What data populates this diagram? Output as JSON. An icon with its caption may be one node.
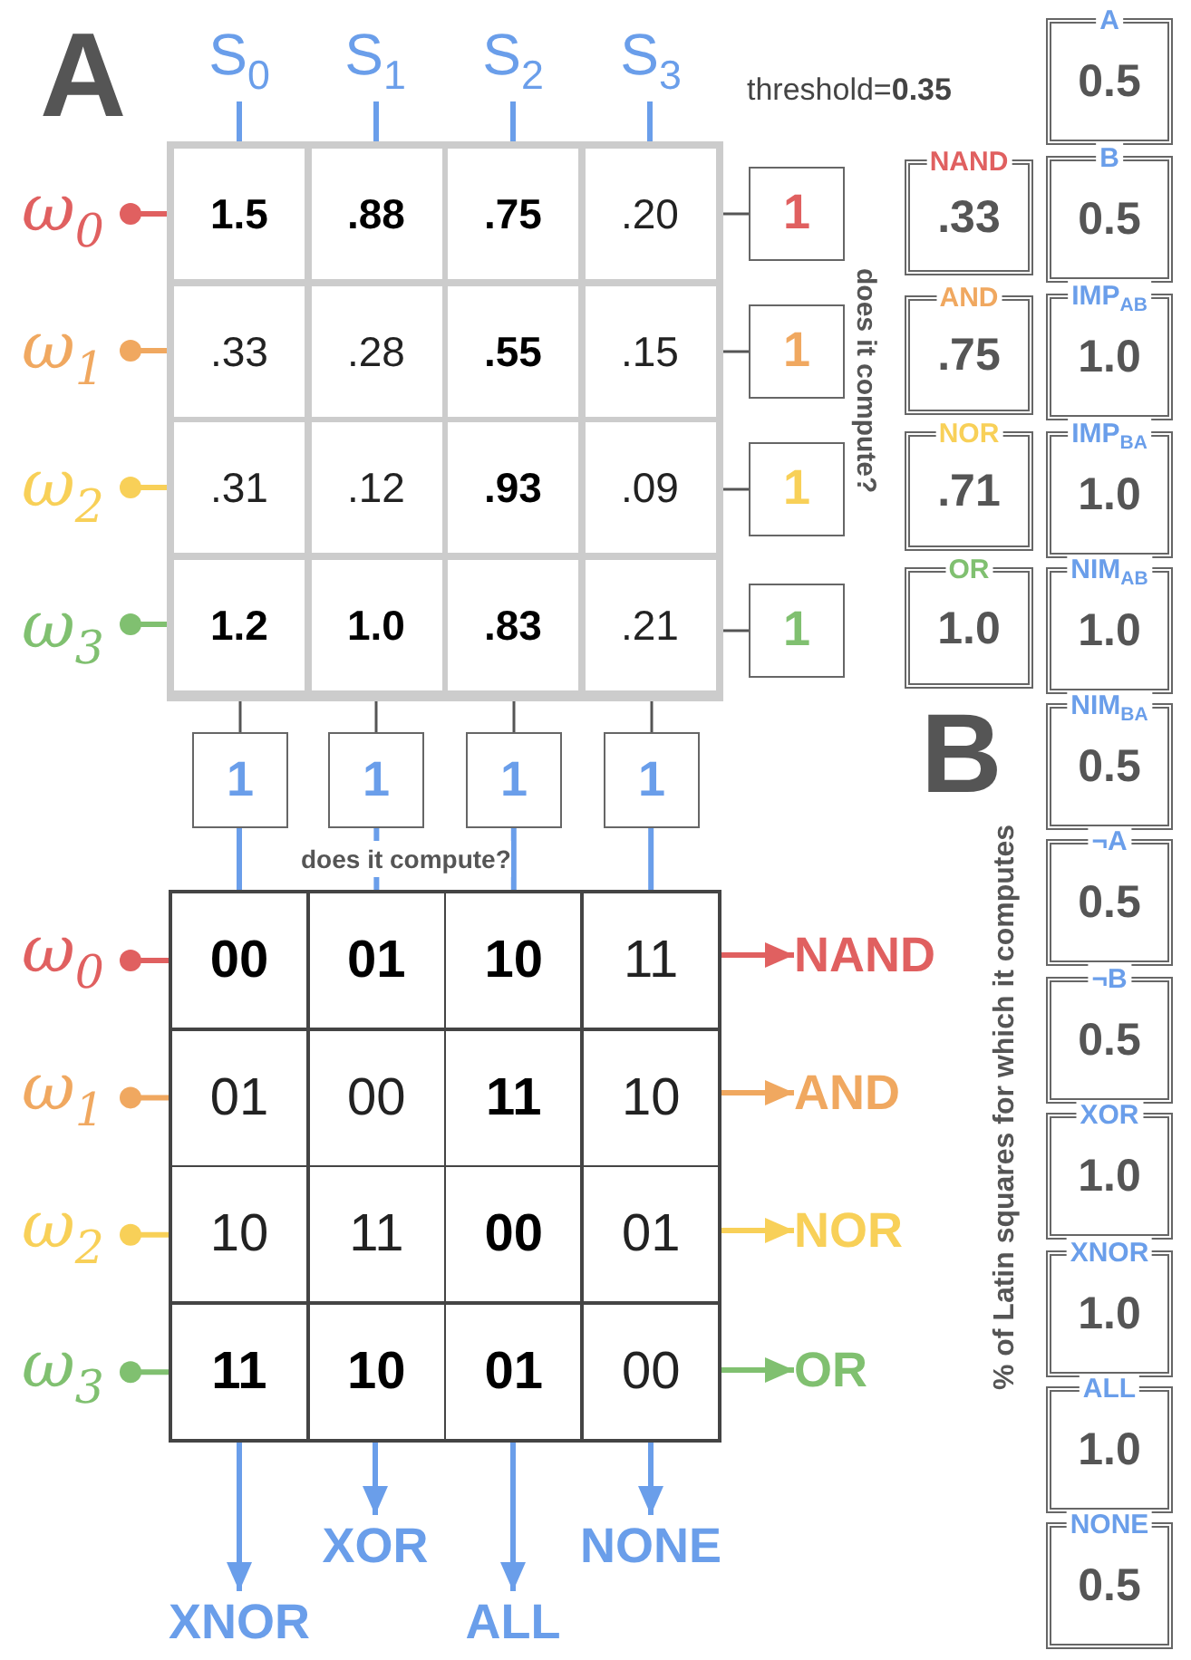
{
  "diagram": {
    "nodes": [
      {
        "text": [],
        "shape": "box"
      },
      {
        "text": [
          "1.5"
        ],
        "in": 0
      },
      {
        "text": [
          ".88"
        ],
        "in": 0
      },
      {
        "text": [
          ".75"
        ],
        "in": 0
      },
      {
        "text": [
          ".20"
        ],
        "in": 0
      },
      {
        "text": [
          ".33"
        ],
        "in": 0
      },
      {
        "text": [
          ".28"
        ],
        "in": 0
      },
      {
        "text": [
          ".55"
        ],
        "in": 0
      },
      {
        "text": [
          ".15"
        ],
        "in": 0
      },
      {
        "text": [
          ".31"
        ],
        "in": 0
      },
      {
        "text": [
          ".12"
        ],
        "in": 0
      },
      {
        "text": [
          ".93"
        ],
        "in": 0
      },
      {
        "text": [
          ".09"
        ],
        "in": 0
      },
      {
        "text": [
          "1.2"
        ],
        "in": 0
      },
      {
        "text": [
          "1.0"
        ],
        "in": 0
      },
      {
        "text": [
          ".83"
        ],
        "in": 0
      },
      {
        "text": [
          ".21"
        ],
        "in": 0
      },
      {
        "text": [
          "S$_{0}$"
        ]
      },
      {
        "text": [
          "S$_{1}$"
        ]
      },
      {
        "text": [
          "S$_{2}$"
        ]
      },
      {
        "text": [
          "S$_{3}$"
        ]
      },
      {
        "text": [
          "ω$_{0}$"
        ]
      },
      {
        "text": [
          "ω$_{1}$"
        ]
      },
      {
        "text": [
          "ω$_{2}$"
        ]
      },
      {
        "text": [
          "ω$_{3}$"
        ]
      },
      {
        "text": [
          "1"
        ]
      },
      {
        "text": [
          "1"
        ]
      },
      {
        "text": [
          "1"
        ]
      },
      {
        "text": [
          "1"
        ]
      },
      {
        "text": [
          "1"
        ]
      },
      {
        "text": [
          "1"
        ]
      },
      {
        "text": [
          "1"
        ]
      },
      {
        "text": [
          "1"
        ]
      },
      {
        "text": [],
        "shape": "box"
      },
      {
        "text": [
          "00"
        ],
        "in": 33
      },
      {
        "text": [
          "01"
        ],
        "in": 33
      },
      {
        "text": [
          "10"
        ],
        "in": 33
      },
      {
        "text": [
          "11"
        ],
        "in": 33
      },
      {
        "text": [
          "01"
        ],
        "in": 33
      },
      {
        "text": [
          "00"
        ],
        "in": 33
      },
      {
        "text": [
          "11"
        ],
        "in": 33
      },
      {
        "text": [
          "10"
        ],
        "in": 33
      },
      {
        "text": [
          "10"
        ],
        "in": 33
      },
      {
        "text": [
          "11"
        ],
        "in": 33
      },
      {
        "text": [
          "00"
        ],
        "in": 33
      },
      {
        "text": [
          "01"
        ],
        "in": 33
      },
      {
        "text": [
          "11"
        ],
        "in": 33
      },
      {
        "text": [
          "10"
        ],
        "in": 33
      },
      {
        "text": [
          "01"
        ],
        "in": 33
      },
      {
        "text": [
          "00"
        ],
        "in": 33
      },
      {
        "text": [
          "ω$_{0}$"
        ]
      },
      {
        "text": [
          "ω$_{1}$"
        ]
      },
      {
        "text": [
          "ω$_{2}$"
        ]
      },
      {
        "text": [
          "ω$_{3}$"
        ]
      },
      {
        "text": [
          "NAND"
        ]
      },
      {
        "text": [
          "AND"
        ]
      },
      {
        "text": [
          "NOR"
        ]
      },
      {
        "text": [
          "OR"
        ]
      },
      {
        "text": [
          "XNOR"
        ]
      },
      {
        "text": [
          "XOR"
        ]
      },
      {
        "text": [
          "ALL"
        ]
      },
      {
        "text": [
          "NONE"
        ]
      },
      {
        "text": [
          "NAND",
          ".33"
        ]
      },
      {
        "text": [
          "AND",
          ".75"
        ]
      },
      {
        "text": [
          "NOR",
          ".71"
        ]
      },
      {
        "text": [
          "OR",
          "1.0"
        ]
      },
      {
        "text": [
          "A",
          "0.5"
        ]
      },
      {
        "text": [
          "B",
          "0.5"
        ]
      },
      {
        "text": [
          "IMP$_{AB}$",
          "1.0"
        ]
      },
      {
        "text": [
          "IMP$_{BA}$",
          "1.0"
        ]
      },
      {
        "text": [
          "NIM$_{AB}$",
          "1.0"
        ]
      },
      {
        "text": [
          "NIM$_{BA}$",
          "0.5"
        ]
      },
      {
        "text": [
          "¬A",
          "0.5"
        ]
      },
      {
        "text": [
          "¬B",
          "0.5"
        ]
      },
      {
        "text": [
          "XOR",
          "1.0"
        ]
      },
      {
        "text": [
          "XNOR",
          "1.0"
        ]
      },
      {
        "text": [
          "ALL",
          "1.0"
        ]
      },
      {
        "text": [
          "NONE",
          "0.5"
        ]
      }
    ],
    "edges": [
      {
        "from": 17,
        "to": 1,
        "arrow": "none",
        "color": "#6a9eea"
      },
      {
        "from": 18,
        "to": 2,
        "arrow": "none",
        "color": "#6a9eea"
      },
      {
        "from": 19,
        "to": 3,
        "arrow": "none",
        "color": "#6a9eea"
      },
      {
        "from": 20,
        "to": 4,
        "arrow": "none",
        "color": "#6a9eea"
      },
      {
        "from": 21,
        "to": 1,
        "arrow": "other",
        "color": "#e06060"
      },
      {
        "from": 22,
        "to": 5,
        "arrow": "other",
        "color": "#f0a860"
      },
      {
        "from": 23,
        "to": 9,
        "arrow": "other",
        "color": "#f8d058"
      },
      {
        "from": 24,
        "to": 13,
        "arrow": "other",
        "color": "#80c070"
      },
      {
        "from": 4,
        "to": 25,
        "arrow": "none",
        "color": "#555555"
      },
      {
        "from": 8,
        "to": 26,
        "arrow": "none",
        "color": "#555555"
      },
      {
        "from": 12,
        "to": 27,
        "arrow": "none",
        "color": "#555555"
      },
      {
        "from": 16,
        "to": 28,
        "arrow": "none",
        "color": "#555555"
      },
      {
        "from": 13,
        "to": 29,
        "arrow": "none",
        "color": "#555555"
      },
      {
        "from": 14,
        "to": 30,
        "arrow": "none",
        "color": "#555555"
      },
      {
        "from": 15,
        "to": 31,
        "arrow": "none",
        "color": "#555555"
      },
      {
        "from": 16,
        "to": 32,
        "arrow": "none",
        "color": "#555555"
      },
      {
        "from": 29,
        "to": 34,
        "arrow": "none",
        "color": "#6a9eea"
      },
      {
        "from": 30,
        "to": 35,
        "arrow": "none",
        "color": "#6a9eea"
      },
      {
        "from": 31,
        "to": 36,
        "arrow": "none",
        "color": "#6a9eea"
      },
      {
        "from": 32,
        "to": 37,
        "arrow": "none",
        "color": "#6a9eea"
      },
      {
        "from": 50,
        "to": 34,
        "arrow": "other",
        "color": "#e06060"
      },
      {
        "from": 51,
        "to": 38,
        "arrow": "other",
        "color": "#f0a860"
      },
      {
        "from": 52,
        "to": 42,
        "arrow": "other",
        "color": "#f8d058"
      },
      {
        "from": 53,
        "to": 46,
        "arrow": "other",
        "color": "#80c070"
      },
      {
        "from": 37,
        "to": 54,
        "arrow": "to",
        "color": "#e06060"
      },
      {
        "from": 41,
        "to": 55,
        "arrow": "to",
        "color": "#f0a860"
      },
      {
        "from": 45,
        "to": 56,
        "arrow": "to",
        "color": "#f8d058"
      },
      {
        "from": 49,
        "to": 57,
        "arrow": "to",
        "color": "#80c070"
      },
      {
        "from": 46,
        "to": 58,
        "arrow": "to",
        "color": "#6a9eea"
      },
      {
        "from": 47,
        "to": 59,
        "arrow": "to",
        "color": "#6a9eea"
      },
      {
        "from": 48,
        "to": 60,
        "arrow": "to",
        "color": "#6a9eea"
      },
      {
        "from": 49,
        "to": 61,
        "arrow": "to",
        "color": "#6a9eea"
      }
    ],
    "labels": [
      "A",
      "threshold=**0.35**",
      "does it compute?",
      "B",
      "does it compute?",
      "% of Latin squares for which it computes"
    ]
  }
}
